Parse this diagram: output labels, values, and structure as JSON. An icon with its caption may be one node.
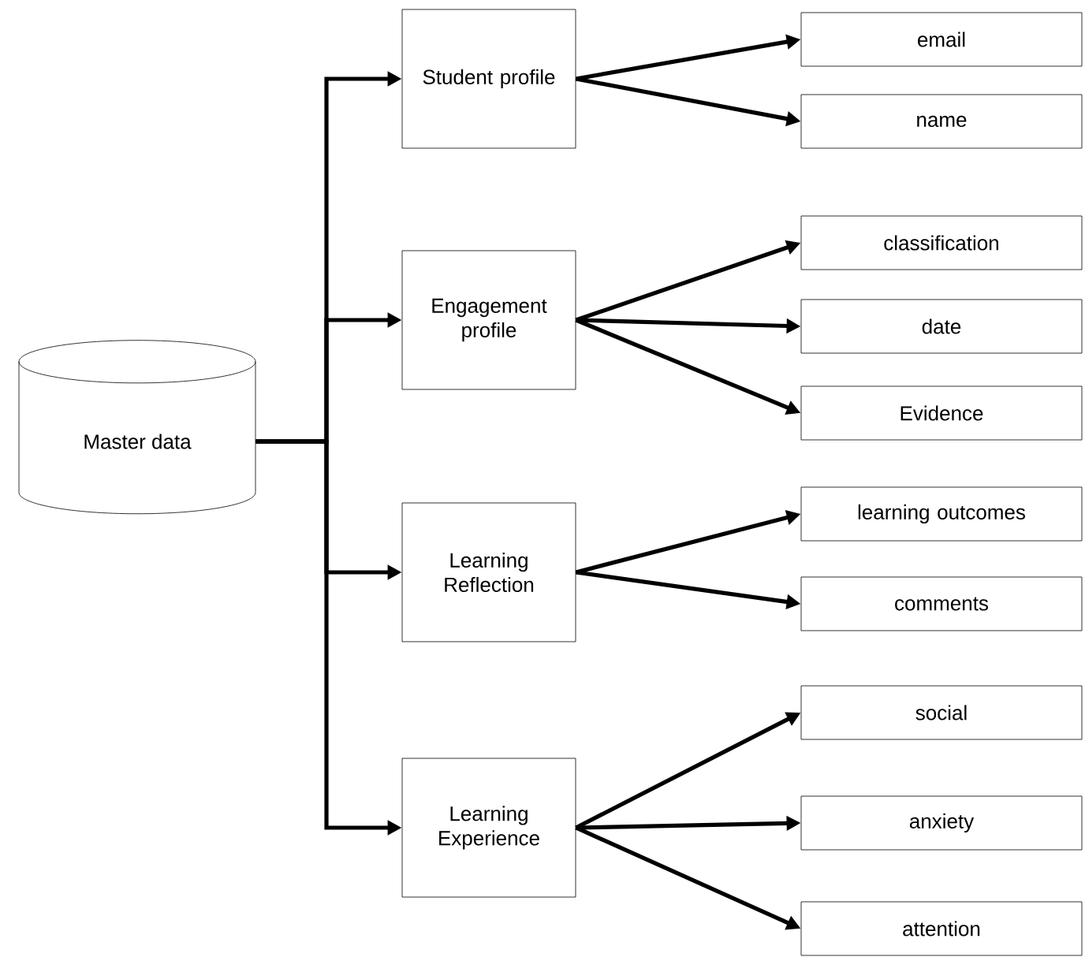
{
  "diagram": {
    "nodes": [
      {
        "text": [
          "Master data"
        ]
      },
      {
        "text": [
          "Student profile"
        ]
      },
      {
        "text": [
          "Engagement profile"
        ]
      },
      {
        "text": [
          "Learning Reflection"
        ]
      },
      {
        "text": [
          "Learning Experience"
        ]
      },
      {
        "text": [
          "email"
        ]
      },
      {
        "text": [
          "name"
        ]
      },
      {
        "text": [
          "classification"
        ]
      },
      {
        "text": [
          "date"
        ]
      },
      {
        "text": [
          "Evidence"
        ]
      },
      {
        "text": [
          "learning outcomes"
        ]
      },
      {
        "text": [
          "comments"
        ]
      },
      {
        "text": [
          "social"
        ]
      },
      {
        "text": [
          "anxiety"
        ]
      },
      {
        "text": [
          "attention"
        ]
      }
    ],
    "edges": [
      {
        "from": 0,
        "to": 1,
        "arrow": "to"
      },
      {
        "from": 0,
        "to": 2,
        "arrow": "to"
      },
      {
        "from": 0,
        "to": 3,
        "arrow": "to"
      },
      {
        "from": 0,
        "to": 4,
        "arrow": "to"
      },
      {
        "from": 1,
        "to": 5,
        "arrow": "to"
      },
      {
        "from": 1,
        "to": 6,
        "arrow": "to"
      },
      {
        "from": 2,
        "to": 7,
        "arrow": "to"
      },
      {
        "from": 2,
        "to": 8,
        "arrow": "to"
      },
      {
        "from": 2,
        "to": 9,
        "arrow": "to"
      },
      {
        "from": 3,
        "to": 10,
        "arrow": "to"
      },
      {
        "from": 3,
        "to": 11,
        "arrow": "to"
      },
      {
        "from": 4,
        "to": 12,
        "arrow": "to"
      },
      {
        "from": 4,
        "to": 13,
        "arrow": "to"
      },
      {
        "from": 4,
        "to": 14,
        "arrow": "to"
      }
    ]
  }
}
